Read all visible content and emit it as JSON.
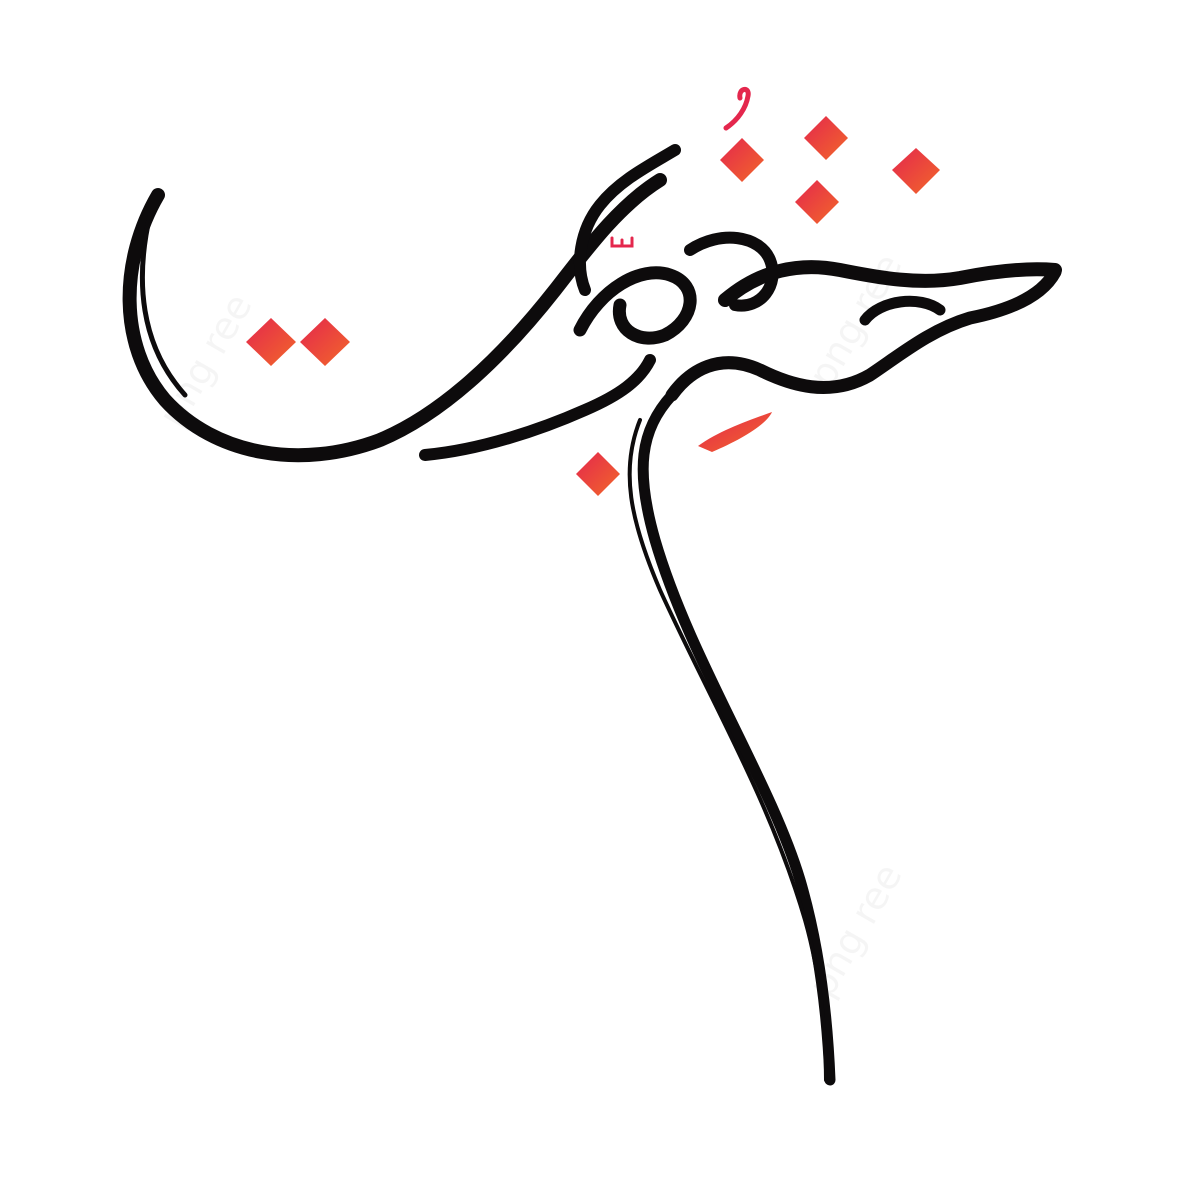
{
  "artwork": {
    "calligraphy_text": "ختم نبوت",
    "description_tag": "arabic-calligraphy-artwork",
    "colors": {
      "background": "#ffffff",
      "ink": "#0d0b0c",
      "accent_start": "#e4274d",
      "accent_end": "#f2672a"
    },
    "watermark_text": "png ree"
  }
}
